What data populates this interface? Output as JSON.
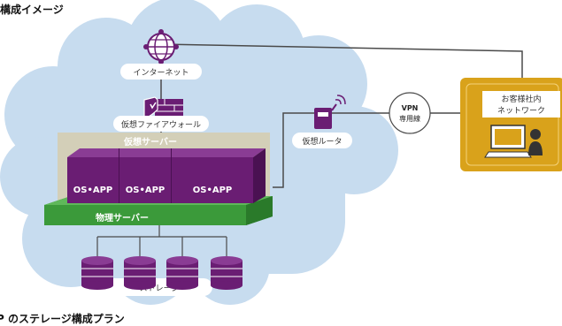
{
  "title": "構成イメージ",
  "bottom_title": "P のステレージ構成プラン",
  "nodes": {
    "internet": "インターネット",
    "firewall": "仮想ファイアウォール",
    "virtual_server": "仮想サーバー",
    "os_app": [
      "OS•APP",
      "OS•APP",
      "OS•APP"
    ],
    "physical_server": "物理サーバー",
    "storage": "ストレージ",
    "router": "仮想ルータ",
    "vpn_line1": "VPN",
    "vpn_line2": "専用線",
    "customer_line1": "お客様社内",
    "customer_line2": "ネットワーク"
  },
  "colors": {
    "cloud": "#c7dcef",
    "purple": "#6a1d73",
    "green": "#3b9a3a",
    "gold": "#d9a21b",
    "line": "#4a4a4a"
  }
}
